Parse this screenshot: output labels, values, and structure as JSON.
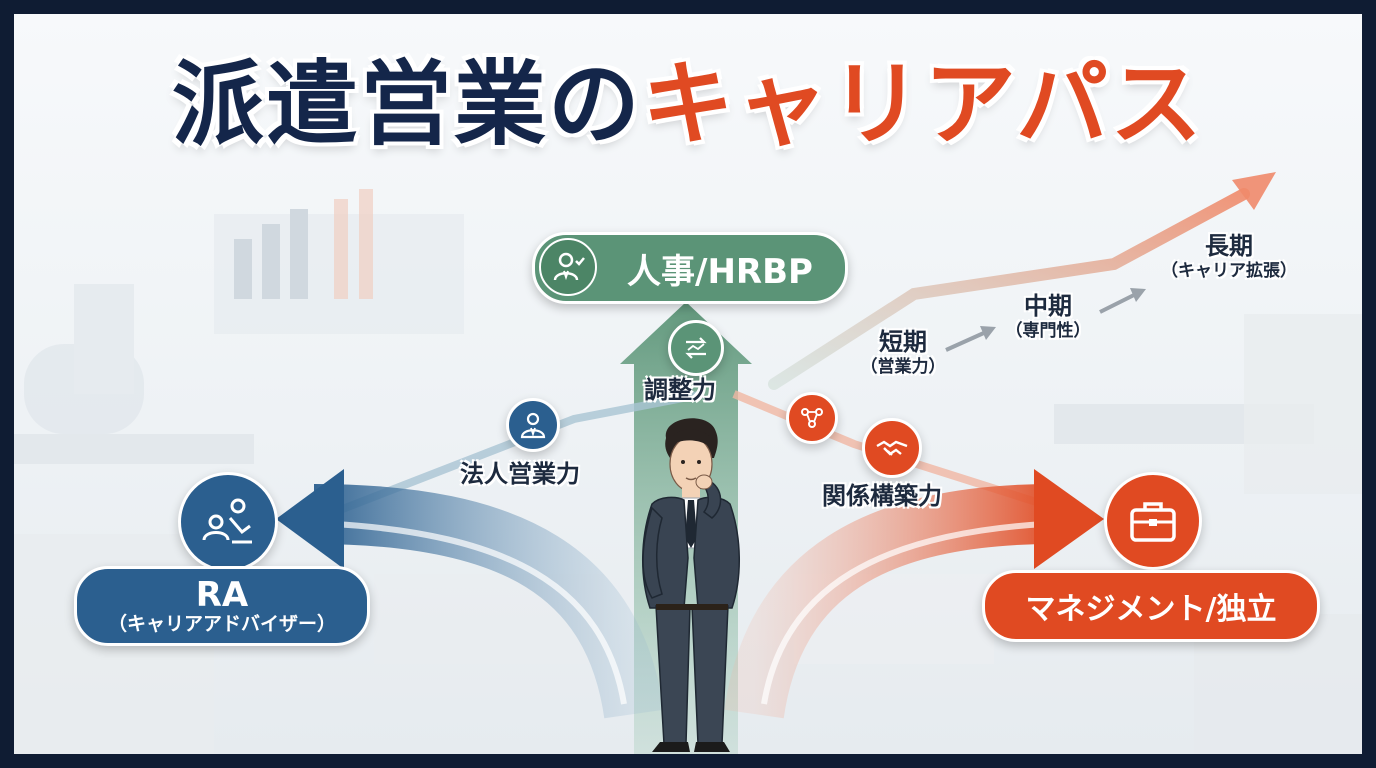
{
  "title": {
    "part1": "派遣営業の",
    "part2": "キャリアパス"
  },
  "paths": {
    "hr": {
      "label": "人事/HRBP",
      "icon": "hr-person-icon",
      "color": "#5b9477"
    },
    "ra": {
      "label": "RA",
      "sublabel": "（キャリアアドバイザー）",
      "icon": "career-advisor-icon",
      "color": "#2b5f8f"
    },
    "management": {
      "label": "マネジメント/独立",
      "icon": "briefcase-icon",
      "color": "#e04a22"
    }
  },
  "skills": {
    "hojin": {
      "label": "法人営業力",
      "icon": "businessperson-icon"
    },
    "chosei": {
      "label": "調整力",
      "icon": "coordination-arrows-icon"
    },
    "kankei": {
      "label": "関係構築力",
      "icons": [
        "network-people-icon",
        "handshake-icon"
      ]
    }
  },
  "stages": [
    {
      "label": "短期",
      "sub": "（営業力）"
    },
    {
      "label": "中期",
      "sub": "（専門性）"
    },
    {
      "label": "長期",
      "sub": "（キャリア拡張）"
    }
  ],
  "colors": {
    "title_dark": "#14264a",
    "title_accent": "#e04a22",
    "frame": "#0f1c33"
  }
}
